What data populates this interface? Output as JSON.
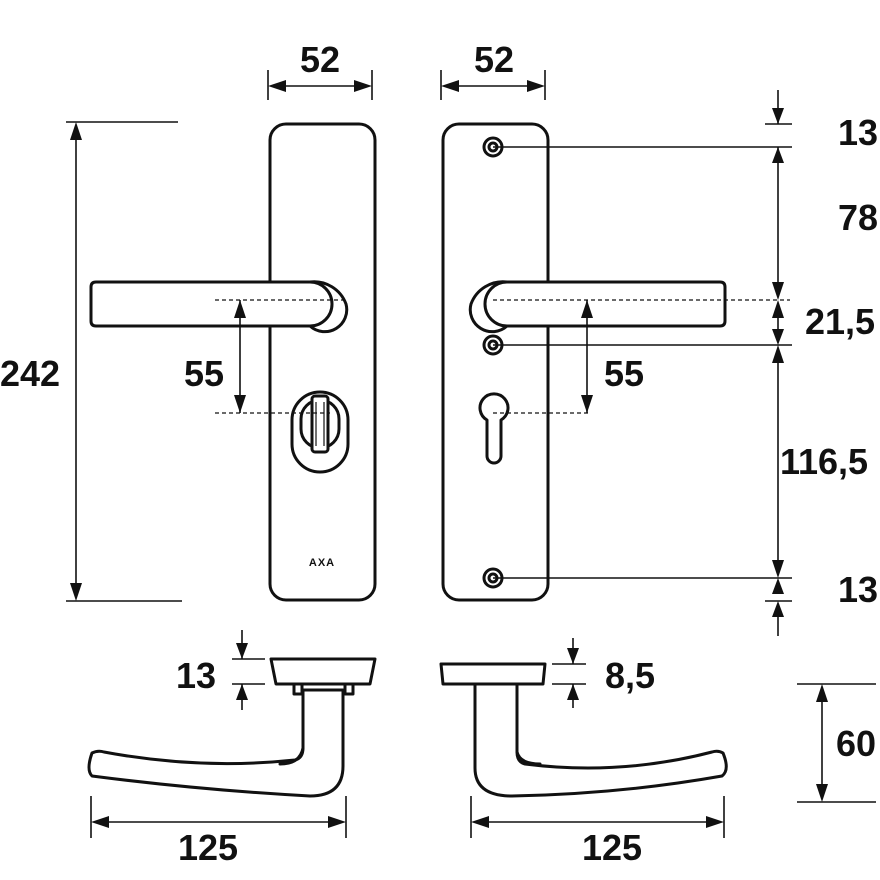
{
  "diagram": {
    "brand_label": "AXA",
    "dimensions": {
      "plate_width_left": "52",
      "plate_width_right": "52",
      "plate_height": "242",
      "spindle_to_cylinder_left": "55",
      "spindle_to_cylinder_right": "55",
      "top_screw_offset": "13",
      "screw_to_spindle": "78",
      "spindle_to_lower_screw": "21,5",
      "lower_screw_to_bottom_screw": "116,5",
      "bottom_screw_offset": "13",
      "rose_height_left": "13",
      "rose_height_right": "8,5",
      "handle_projection": "60",
      "handle_length_left": "125",
      "handle_length_right": "125"
    }
  }
}
